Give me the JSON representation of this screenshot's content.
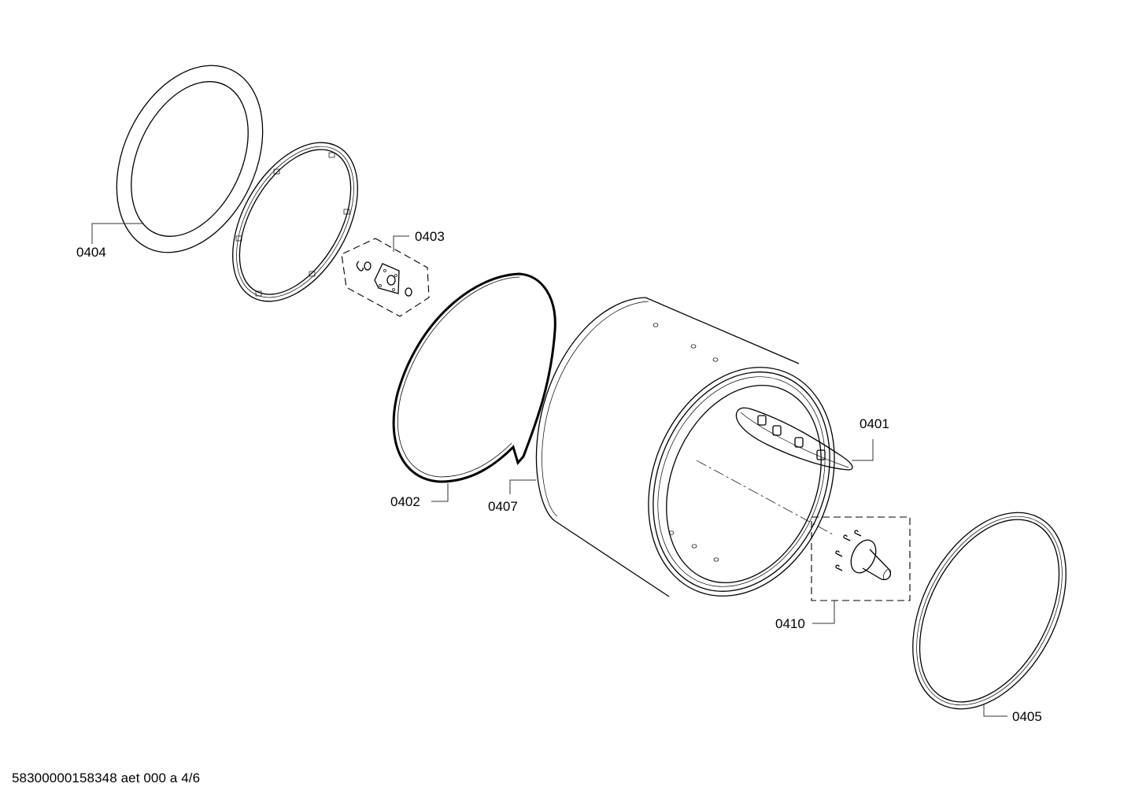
{
  "diagram": {
    "type": "exploded-parts-diagram",
    "subject": "dryer drum assembly",
    "parts": [
      {
        "id": "0401",
        "label": "0401",
        "description": "lifter / paddle with 4 mounting bosses"
      },
      {
        "id": "0402",
        "label": "0402",
        "description": "drum seal strip (felt)"
      },
      {
        "id": "0403",
        "label": "0403",
        "description": "bearing kit: circlip, washer, bearing plate, bushing"
      },
      {
        "id": "0404",
        "label": "0404",
        "description": "front ring gasket"
      },
      {
        "id": "0405",
        "label": "0405",
        "description": "rear seal ring"
      },
      {
        "id": "0407",
        "label": "0407",
        "description": "drum"
      },
      {
        "id": "0410",
        "label": "0410",
        "description": "drum shaft with 4 screws"
      }
    ]
  },
  "footer": {
    "text": "58300000158348 aet 000 a 4/6"
  }
}
